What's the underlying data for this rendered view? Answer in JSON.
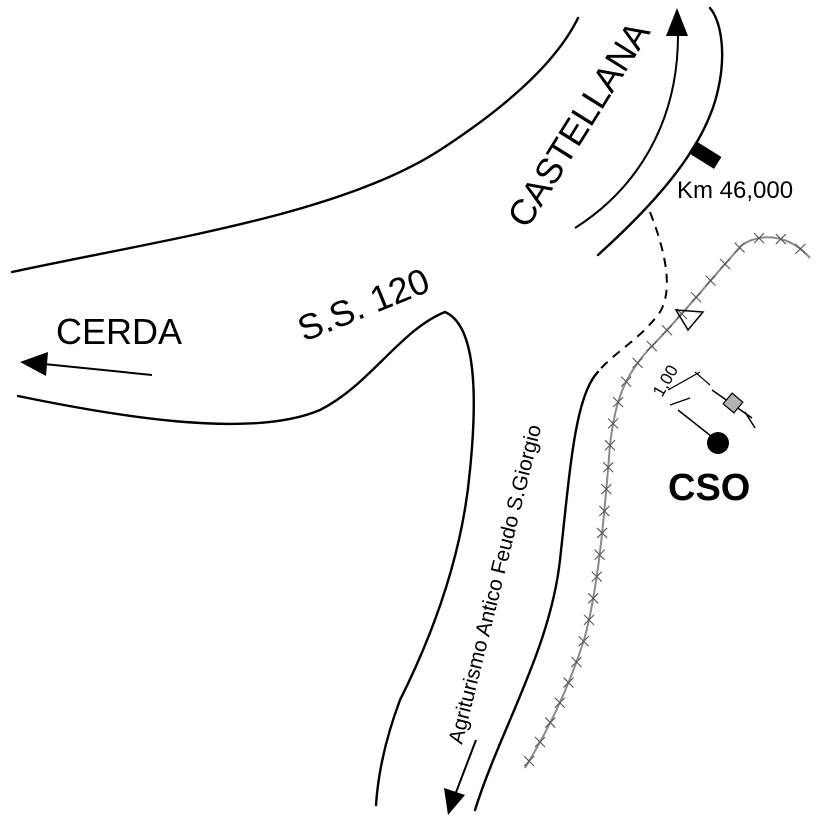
{
  "labels": {
    "cerda": "CERDA",
    "road_number": "S.S. 120",
    "castellana": "CASTELLANA",
    "km_marker": "Km 46,000",
    "side_road": "Agriturismo  Antico Feudo S.Giorgio",
    "site": "CSO",
    "distance": "1,00"
  },
  "colors": {
    "ink": "#000000",
    "fence": "#8a8a8a",
    "marker_fill": "#b3b3b3",
    "background": "#ffffff"
  },
  "icons": {
    "site_marker": "filled-circle",
    "km_marker": "black-bar",
    "fence": "cross-hatched-line",
    "survey_mark": "gray-diamond"
  }
}
